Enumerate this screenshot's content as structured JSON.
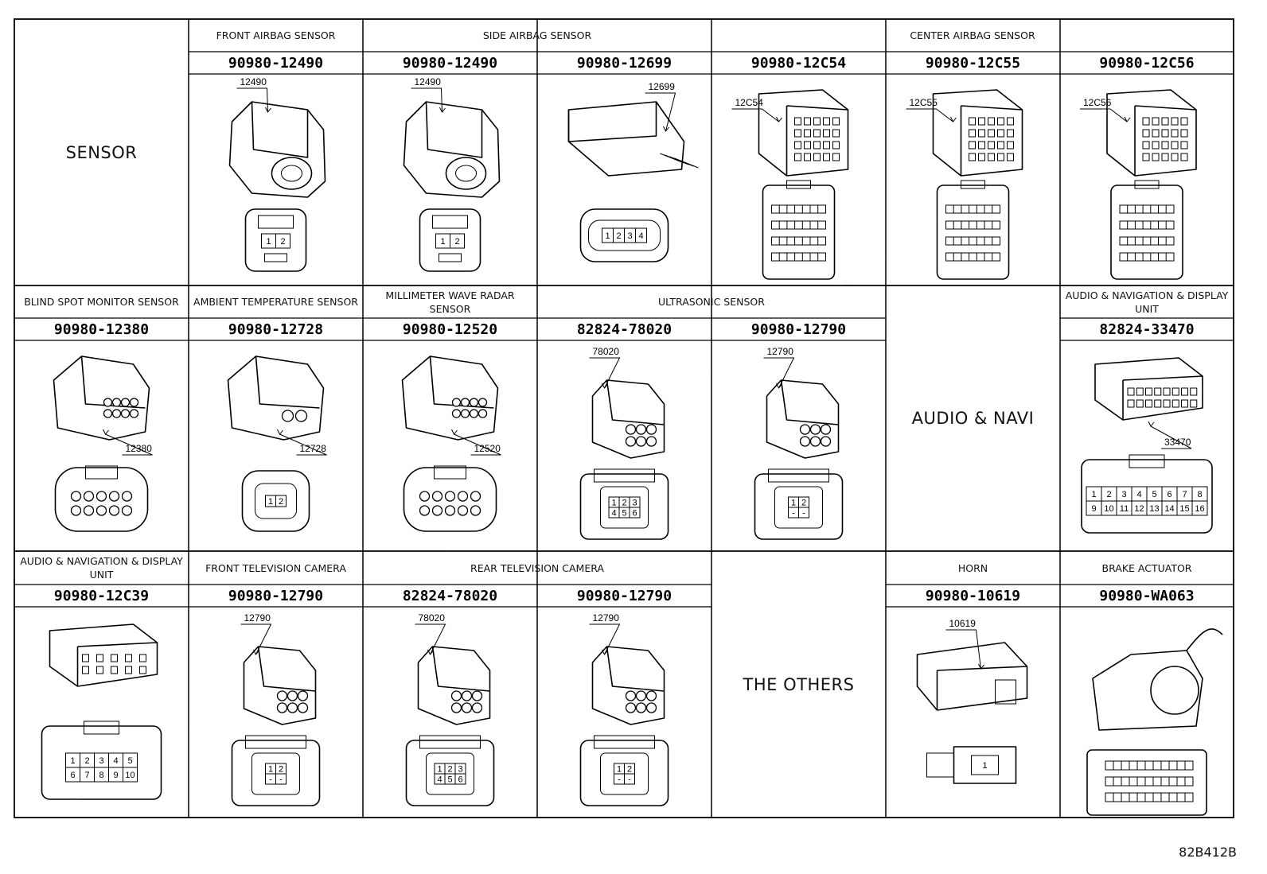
{
  "footer_code": "82B412B",
  "cells": [
    {
      "id": "front-airbag",
      "group": "FRONT AIRBAG SENSOR",
      "part": "90980-12490",
      "code": "12490",
      "pins": [
        "1",
        "2"
      ],
      "style": "airbag"
    },
    {
      "id": "side-airbag-1",
      "group": "SIDE AIRBAG SENSOR",
      "part": "90980-12490",
      "code": "12490",
      "pins": [
        "1",
        "2"
      ],
      "style": "airbag"
    },
    {
      "id": "side-airbag-2",
      "group": "",
      "part": "90980-12699",
      "code": "12699",
      "pins": [
        "1",
        "2",
        "3",
        "4"
      ],
      "style": "slim"
    },
    {
      "id": "center-airbag-1",
      "group": "CENTER AIRBAG SENSOR",
      "part": "90980-12C54",
      "code": "12C54",
      "pins": [],
      "style": "multi"
    },
    {
      "id": "center-airbag-2",
      "group": "",
      "part": "90980-12C55",
      "code": "12C55",
      "pins": [],
      "style": "multi"
    },
    {
      "id": "center-airbag-3",
      "group": "",
      "part": "90980-12C56",
      "code": "12C56",
      "pins": [],
      "style": "multi"
    },
    {
      "id": "blind-spot",
      "group": "BLIND SPOT MONITOR SENSOR",
      "part": "90980-12380",
      "code": "12380",
      "pins": [],
      "style": "round10"
    },
    {
      "id": "ambient-temp",
      "group": "AMBIENT TEMPERATURE SENSOR",
      "part": "90980-12728",
      "code": "12728",
      "pins": [
        "1",
        "2"
      ],
      "style": "round2"
    },
    {
      "id": "mmwave",
      "group": "MILLIMETER WAVE RADAR SENSOR",
      "part": "90980-12520",
      "code": "12520",
      "pins": [],
      "style": "round10"
    },
    {
      "id": "ultrasonic-1",
      "group": "ULTRASONIC SENSOR",
      "part": "82824-78020",
      "code": "78020",
      "pins": [
        "1",
        "2",
        "3",
        "4",
        "5",
        "6"
      ],
      "style": "six"
    },
    {
      "id": "ultrasonic-2",
      "group": "",
      "part": "90980-12790",
      "code": "12790",
      "pins": [
        "1",
        "2",
        "-",
        "-"
      ],
      "style": "six"
    },
    {
      "id": "audio-display-1",
      "group": "AUDIO & NAVIGATION & DISPLAY UNIT",
      "part": "82824-33470",
      "code": "33470",
      "pins": [
        "1",
        "2",
        "3",
        "4",
        "5",
        "6",
        "7",
        "8",
        "9",
        "10",
        "11",
        "12",
        "13",
        "14",
        "15",
        "16"
      ],
      "style": "wide16"
    },
    {
      "id": "audio-display-2",
      "group": "AUDIO & NAVIGATION & DISPLAY UNIT",
      "part": "90980-12C39",
      "code": "",
      "pins": [
        "1",
        "2",
        "3",
        "4",
        "5",
        "6",
        "7",
        "8",
        "9",
        "10"
      ],
      "style": "wide10"
    },
    {
      "id": "front-tv",
      "group": "FRONT TELEVISION CAMERA",
      "part": "90980-12790",
      "code": "12790",
      "pins": [
        "1",
        "2",
        "-",
        "-"
      ],
      "style": "six"
    },
    {
      "id": "rear-tv-1",
      "group": "REAR TELEVISION CAMERA",
      "part": "82824-78020",
      "code": "78020",
      "pins": [
        "1",
        "2",
        "3",
        "4",
        "5",
        "6"
      ],
      "style": "six"
    },
    {
      "id": "rear-tv-2",
      "group": "",
      "part": "90980-12790",
      "code": "12790",
      "pins": [
        "1",
        "2",
        "-",
        "-"
      ],
      "style": "six"
    },
    {
      "id": "horn",
      "group": "HORN",
      "part": "90980-10619",
      "code": "10619",
      "pins": [
        "1"
      ],
      "style": "horn"
    },
    {
      "id": "brake-actuator",
      "group": "BRAKE ACTUATOR",
      "part": "90980-WA063",
      "code": "",
      "pins": [],
      "style": "brake"
    }
  ],
  "sections": {
    "sensor": "SENSOR",
    "audio_navi": "AUDIO & NAVI",
    "others": "THE OTHERS"
  }
}
